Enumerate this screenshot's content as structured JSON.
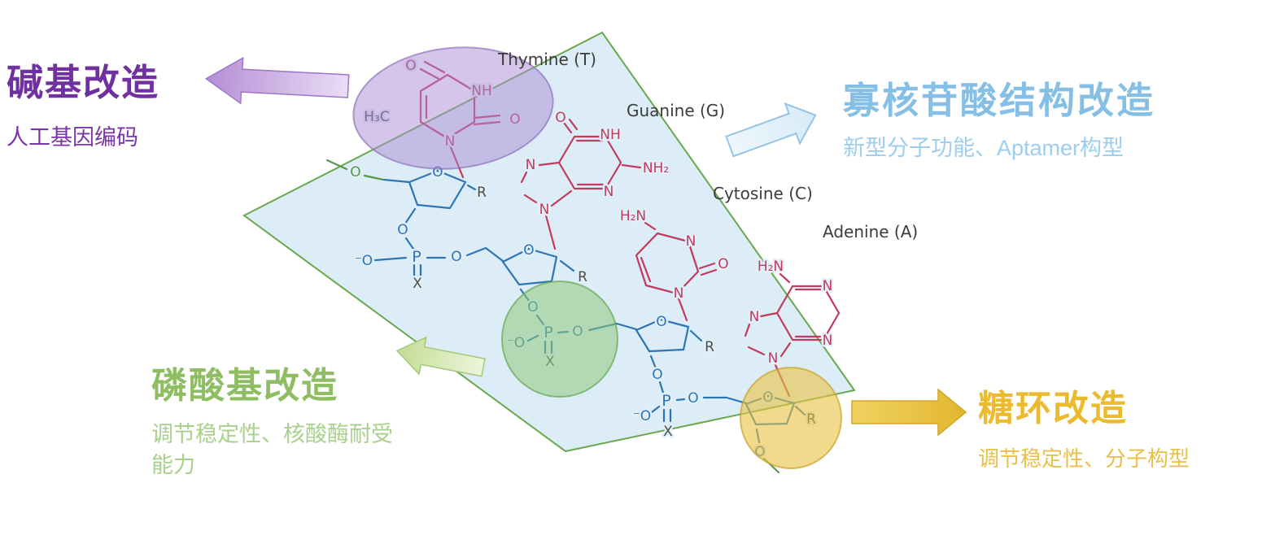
{
  "callouts": {
    "base": {
      "title": "碱基改造",
      "subtitle": "人工基因编码"
    },
    "oligo": {
      "title": "寡核苷酸结构改造",
      "subtitle": "新型分子功能、Aptamer构型"
    },
    "phosphate": {
      "title": "磷酸基改造",
      "subtitle": "调节稳定性、核酸酶耐受能力"
    },
    "sugar": {
      "title": "糖环改造",
      "subtitle": "调节稳定性、分子构型"
    }
  },
  "bases": {
    "thymine": {
      "name": "Thymine (T)",
      "o1": "O",
      "nh": "NH",
      "o2": "O",
      "h3c": "H₃C",
      "n": "N"
    },
    "guanine": {
      "name": "Guanine (G)",
      "o": "O",
      "nh": "NH",
      "nh2": "NH₂",
      "n7": "N",
      "n3": "N",
      "n9": "N"
    },
    "cytosine": {
      "name": "Cytosine (C)",
      "h2n": "H₂N",
      "n3": "N",
      "o": "O",
      "n1": "N"
    },
    "adenine": {
      "name": "Adenine (A)",
      "h2n": "H₂N",
      "n1": "N",
      "n3": "N",
      "n7": "N",
      "n9": "N"
    }
  },
  "backbone": {
    "methoxy_o": "O",
    "tail_o": "O",
    "sugars": [
      {
        "o": "O",
        "r": "R"
      },
      {
        "o": "O",
        "r": "R"
      },
      {
        "o": "O",
        "r": "R"
      },
      {
        "o": "O",
        "r": "R"
      }
    ],
    "phosphates": [
      {
        "o_top": "O",
        "p": "P",
        "o_minus": "⁻O",
        "x": "X",
        "o_bridge": "O"
      },
      {
        "o_top": "O",
        "p": "P",
        "o_minus": "⁻O",
        "x": "X",
        "o_bridge": "O"
      },
      {
        "o_top": "O",
        "p": "P",
        "o_minus": "⁻O",
        "x": "X",
        "o_bridge": "O"
      }
    ]
  },
  "colors": {
    "base_purple": "#7030a0",
    "oligo_blue": "#85bfe6",
    "phosphate_green": "#8fbe62",
    "sugar_yellow": "#ecba2d",
    "panel_fill": "#dcedf7",
    "panel_border": "#6aa84f",
    "base_ring_red": "#c23b5f",
    "backbone_blue": "#2e75b6",
    "highlight_purple": "#a98bd3",
    "highlight_green": "#90c97c",
    "highlight_yellow": "#eac23f"
  }
}
